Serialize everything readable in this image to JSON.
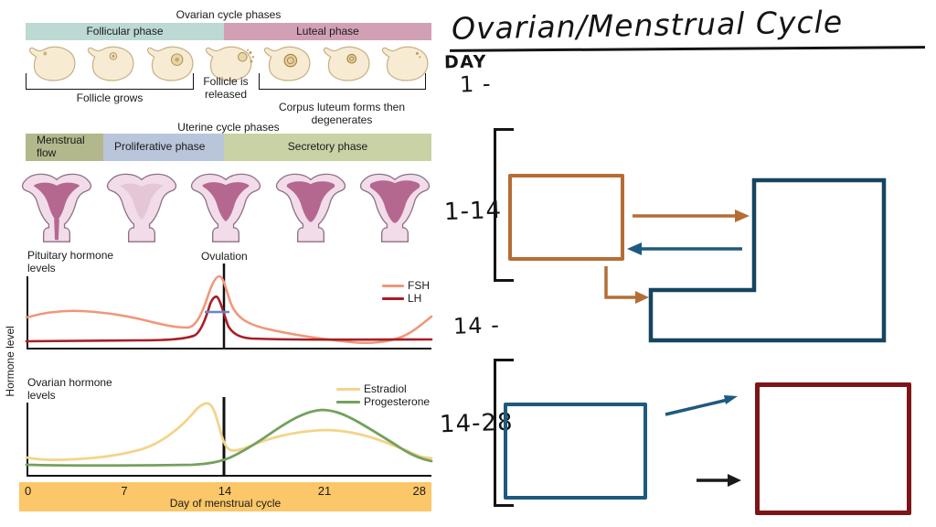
{
  "figure": {
    "ovarian": {
      "title": "Ovarian cycle phases",
      "phases": [
        {
          "label": "Follicular phase",
          "color": "#bcd9d3"
        },
        {
          "label": "Luteal phase",
          "color": "#d2a0b5"
        }
      ],
      "follicle_stages": [
        "early-follicle",
        "growing-follicle",
        "mature-follicle",
        "follicle-released",
        "corpus-luteum",
        "corpus-luteum-shrinking",
        "corpus-degenerated"
      ],
      "bracket_left_label": "Follicle grows",
      "release_label": "Follicle is released",
      "bracket_right_label": "Corpus luteum forms then degenerates"
    },
    "uterine": {
      "title": "Uterine cycle phases",
      "phases": [
        {
          "label": "Menstrual flow",
          "color": "#b2b88b"
        },
        {
          "label": "Proliferative phase",
          "color": "#b9c5da"
        },
        {
          "label": "Secretory phase",
          "color": "#c8d2a5"
        }
      ],
      "uterus_stages": [
        "menstrual",
        "early-proliferative",
        "late-proliferative",
        "secretory",
        "late-secretory"
      ]
    },
    "charts": {
      "y_axis_label": "Hormone level",
      "pituitary": {
        "label": "Pituitary hormone levels",
        "ovulation_label": "Ovulation",
        "legend": [
          {
            "name": "FSH",
            "color": "#f0977b"
          },
          {
            "name": "LH",
            "color": "#a81e24"
          }
        ]
      },
      "ovarian_chart": {
        "label": "Ovarian hormone levels",
        "legend": [
          {
            "name": "Estradiol",
            "color": "#f3d489"
          },
          {
            "name": "Progesterone",
            "color": "#73a15c"
          }
        ]
      },
      "x_axis": {
        "label": "Day of menstrual cycle",
        "ticks": [
          "0",
          "7",
          "14",
          "21",
          "28"
        ],
        "bar_color": "#fbc768"
      }
    }
  },
  "notes": {
    "title": "Ovarian/Menstrual Cycle",
    "day_heading": "DAY",
    "row1_label": "1 -",
    "row2_label": "1-14",
    "row3_label": "14 -",
    "row4_label": "14-28",
    "colors": {
      "orange": "#b56d35",
      "teal_blue": "#16455f",
      "steel_blue": "#1d5a7d",
      "dark_red": "#7d1518",
      "black": "#1a1a1a"
    }
  },
  "chart_data": [
    {
      "type": "line",
      "title": "Pituitary hormone levels",
      "xlabel": "Day of menstrual cycle",
      "ylabel": "Hormone level",
      "x": [
        0,
        2,
        4,
        6,
        8,
        10,
        11,
        12,
        13,
        13.5,
        14,
        15,
        16,
        18,
        20,
        22,
        24,
        25,
        26,
        28
      ],
      "series": [
        {
          "name": "FSH",
          "color": "#f0977b",
          "values": [
            42,
            48,
            50,
            49,
            45,
            38,
            34,
            34,
            60,
            85,
            80,
            48,
            38,
            30,
            22,
            15,
            12,
            12,
            18,
            44
          ]
        },
        {
          "name": "LH",
          "color": "#a81e24",
          "values": [
            10,
            10,
            10,
            10,
            10,
            11,
            12,
            16,
            45,
            62,
            40,
            16,
            12,
            10,
            10,
            10,
            9,
            9,
            9,
            10
          ]
        }
      ],
      "annotations": [
        "Ovulation marked with vertical line at day 14",
        "short blue reference segment across LH/FSH surge"
      ],
      "ylim": [
        0,
        100
      ],
      "legend_position": "top-right",
      "grid": false
    },
    {
      "type": "line",
      "title": "Ovarian hormone levels",
      "xlabel": "Day of menstrual cycle",
      "ylabel": "Hormone level",
      "x": [
        0,
        2,
        4,
        6,
        8,
        10,
        12,
        13,
        14,
        15,
        16,
        18,
        20,
        21,
        22,
        24,
        26,
        28
      ],
      "series": [
        {
          "name": "Estradiol",
          "color": "#f3d489",
          "values": [
            20,
            17,
            18,
            20,
            24,
            35,
            62,
            78,
            55,
            30,
            32,
            42,
            48,
            49,
            47,
            38,
            25,
            18
          ]
        },
        {
          "name": "Progesterone",
          "color": "#73a15c",
          "values": [
            11,
            10,
            10,
            10,
            10,
            10,
            11,
            12,
            16,
            28,
            42,
            62,
            70,
            71,
            67,
            50,
            28,
            14
          ]
        }
      ],
      "annotations": [
        "Vertical black line at day 14"
      ],
      "ylim": [
        0,
        100
      ],
      "legend_position": "top-right",
      "grid": false
    }
  ]
}
